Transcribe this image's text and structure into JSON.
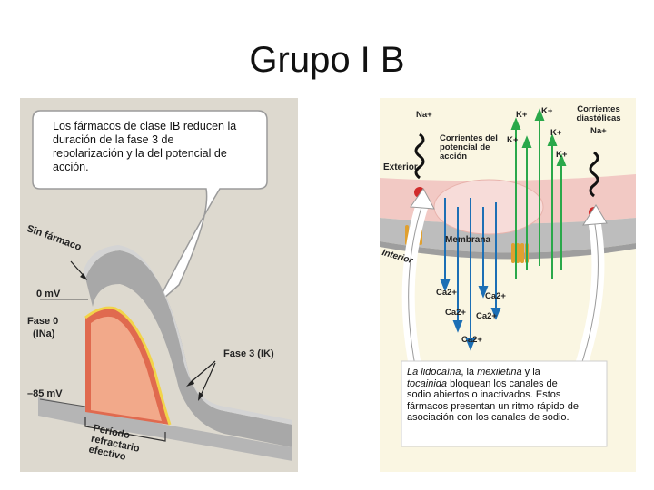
{
  "slide": {
    "title": "Grupo I B"
  },
  "left": {
    "callout": "Los fármacos de clase IB reducen la duración de la fase 3 de repolarización y la del potencial de acción.",
    "sin_farmaco": "Sin fármaco",
    "zero_mv": "0 mV",
    "fase0": "Fase 0",
    "fase0_ion": "(INa)",
    "fase3": "Fase 3 (IK)",
    "minus85": "–85 mV",
    "periodo": "Período refractario efectivo"
  },
  "right": {
    "na_top": "Na+",
    "k1": "K+",
    "k2": "K+",
    "k3": "K+",
    "k4": "K+",
    "k5": "K+",
    "corrientes_diastolicas": "Corrientes diastólicas",
    "na_right": "Na+",
    "corrientes_potencial": "Corrientes del potencial de acción",
    "exterior": "Exterior",
    "membrana": "Membrana",
    "interior": "Interior",
    "ca1": "Ca2+",
    "ca2": "Ca2+",
    "ca3": "Ca2+",
    "ca4": "Ca2+",
    "ca5": "Ca2+",
    "note_lidocaina": "La lidocaína",
    "note_coma": ", la ",
    "note_mexiletina": "mexiletina",
    "note_y": " y la ",
    "note_tocainida": "tocainida",
    "note_rest": " bloquean los canales de sodio abiertos o inactivados. Estos fármacos presentan un ritmo rápido de asociación con los canales de sodio."
  },
  "colors": {
    "panel_left": "#ddd9cf",
    "panel_right": "#faf6e2",
    "membrane_grey": "#bdbdbd",
    "red_band": "#f2c9c4",
    "na_channel_red": "#d12b2b",
    "k_arrow_green": "#2aa84a",
    "ca_arrow_blue": "#1c6fb5"
  }
}
